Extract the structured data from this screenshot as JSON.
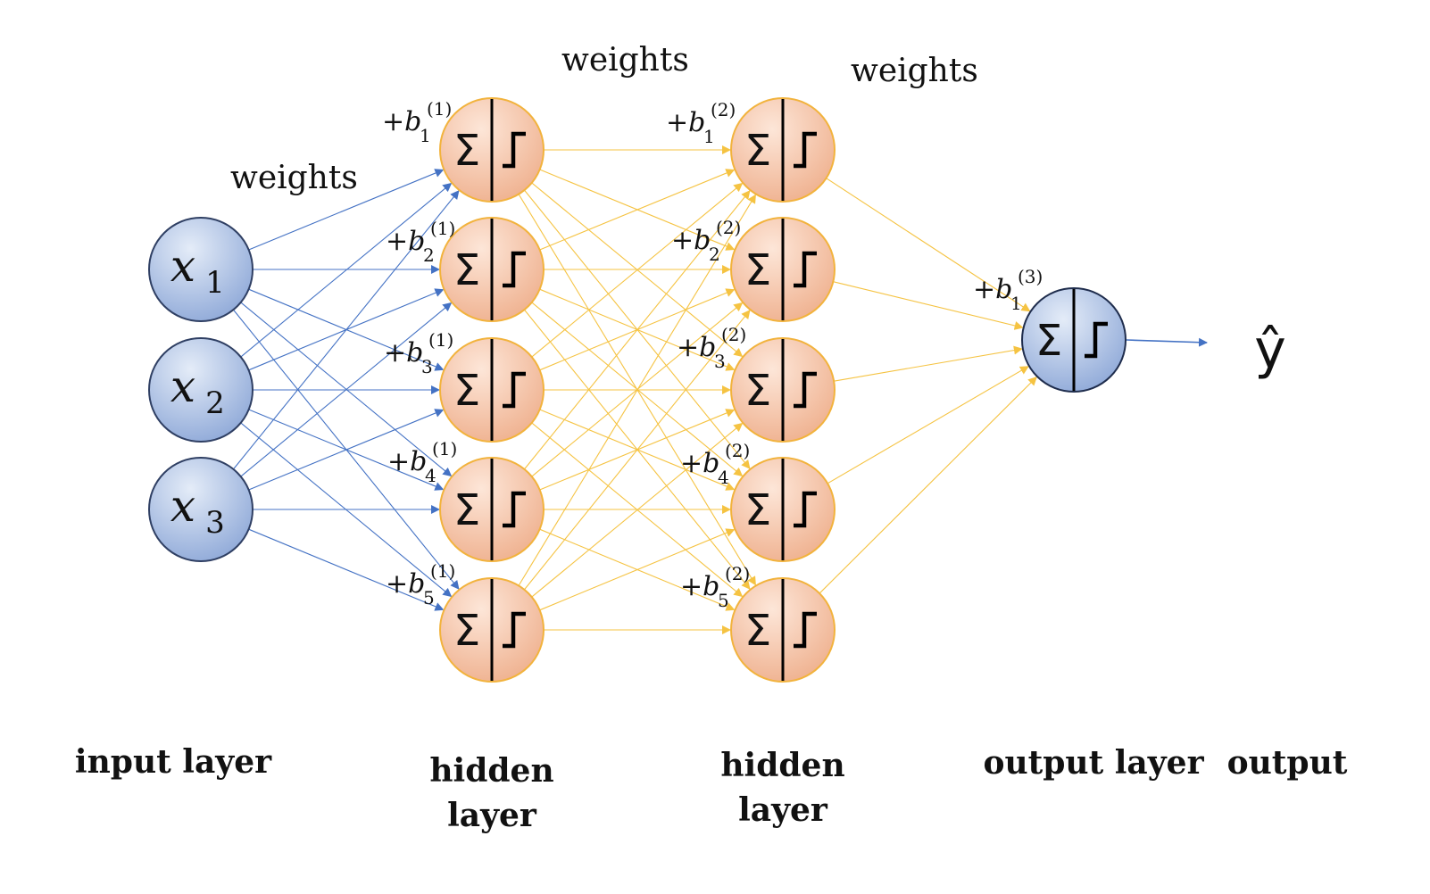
{
  "colors": {
    "input_fill_light": "#e4ecf8",
    "input_fill_dark": "#8fa9d8",
    "input_stroke": "#2f3f63",
    "hidden_fill_light": "#fde6d8",
    "hidden_fill_dark": "#efb18f",
    "hidden_stroke": "#f2b33d",
    "output_stroke": "#1f2d4d",
    "blue_edge": "#4472c4",
    "orange_edge": "#f5c342"
  },
  "labels": {
    "weights_1": "weights",
    "weights_2": "weights",
    "weights_3": "weights",
    "input_layer": "input layer",
    "hidden_1_line1": "hidden",
    "hidden_1_line2": "layer",
    "hidden_2_line1": "hidden",
    "hidden_2_line2": "layer",
    "output_layer": "output layer",
    "output": "output",
    "y_hat": "ŷ"
  },
  "inputs": [
    {
      "symbol": "x",
      "sub": "1"
    },
    {
      "symbol": "x",
      "sub": "2"
    },
    {
      "symbol": "x",
      "sub": "3"
    }
  ],
  "neuron": {
    "sum_symbol": "Σ",
    "activation_icon": "step-function-icon"
  },
  "hidden_1_biases": [
    {
      "sign": "+",
      "b": "b",
      "sub": "1",
      "sup": "(1)"
    },
    {
      "sign": "+",
      "b": "b",
      "sub": "2",
      "sup": "(1)"
    },
    {
      "sign": "+",
      "b": "b",
      "sub": "3",
      "sup": "(1)"
    },
    {
      "sign": "+",
      "b": "b",
      "sub": "4",
      "sup": "(1)"
    },
    {
      "sign": "+",
      "b": "b",
      "sub": "5",
      "sup": "(1)"
    }
  ],
  "hidden_2_biases": [
    {
      "sign": "+",
      "b": "b",
      "sub": "1",
      "sup": "(2)"
    },
    {
      "sign": "+",
      "b": "b",
      "sub": "2",
      "sup": "(2)"
    },
    {
      "sign": "+",
      "b": "b",
      "sub": "3",
      "sup": "(2)"
    },
    {
      "sign": "+",
      "b": "b",
      "sub": "4",
      "sup": "(2)"
    },
    {
      "sign": "+",
      "b": "b",
      "sub": "5",
      "sup": "(2)"
    }
  ],
  "output_bias": {
    "sign": "+",
    "b": "b",
    "sub": "1",
    "sup": "(3)"
  }
}
